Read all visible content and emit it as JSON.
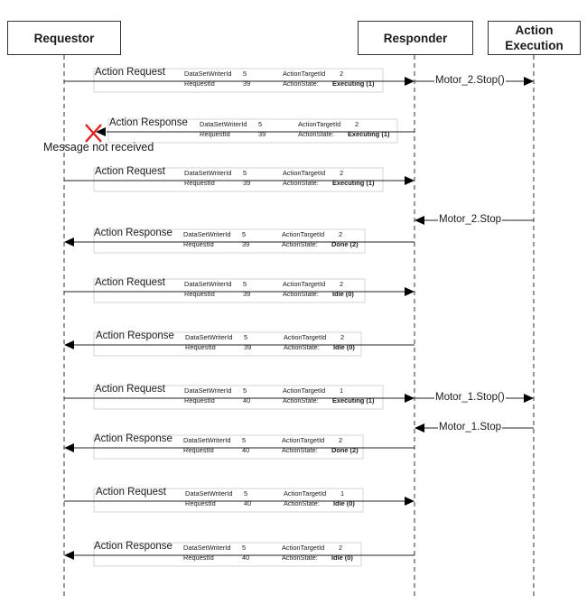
{
  "actors": {
    "requestor": "Requestor",
    "responder": "Responder",
    "action_execution": "Action\nExecution"
  },
  "field_labels": {
    "dataset_writer_id": "DataSetWriterId",
    "request_id": "RequestId",
    "action_target_id": "ActionTargetId",
    "action_state": "ActionState:"
  },
  "not_received_note": "Message not received",
  "messages": [
    {
      "label": "Action Request",
      "writer_id": "5",
      "request_id": "39",
      "target_id": "2",
      "state": "Executing (1)"
    },
    {
      "label": "Action Response",
      "writer_id": "5",
      "request_id": "39",
      "target_id": "2",
      "state": "Executing (1)"
    },
    {
      "label": "Action Request",
      "writer_id": "5",
      "request_id": "39",
      "target_id": "2",
      "state": "Executing (1)"
    },
    {
      "label": "Action Response",
      "writer_id": "5",
      "request_id": "39",
      "target_id": "2",
      "state": "Done (2)"
    },
    {
      "label": "Action Request",
      "writer_id": "5",
      "request_id": "39",
      "target_id": "2",
      "state": "Idle (0)"
    },
    {
      "label": "Action Response",
      "writer_id": "5",
      "request_id": "39",
      "target_id": "2",
      "state": "Idle (0)"
    },
    {
      "label": "Action Request",
      "writer_id": "5",
      "request_id": "40",
      "target_id": "1",
      "state": "Executing (1)"
    },
    {
      "label": "Action Response",
      "writer_id": "5",
      "request_id": "40",
      "target_id": "2",
      "state": "Done (2)"
    },
    {
      "label": "Action Request",
      "writer_id": "5",
      "request_id": "40",
      "target_id": "1",
      "state": "Idle (0)"
    },
    {
      "label": "Action Response",
      "writer_id": "5",
      "request_id": "40",
      "target_id": "2",
      "state": "Idle (0)"
    }
  ],
  "execution_calls": [
    {
      "label": "Motor_2.Stop()"
    },
    {
      "label": "Motor_2.Stop"
    },
    {
      "label": "Motor_1.Stop()"
    },
    {
      "label": "Motor_1.Stop"
    }
  ]
}
